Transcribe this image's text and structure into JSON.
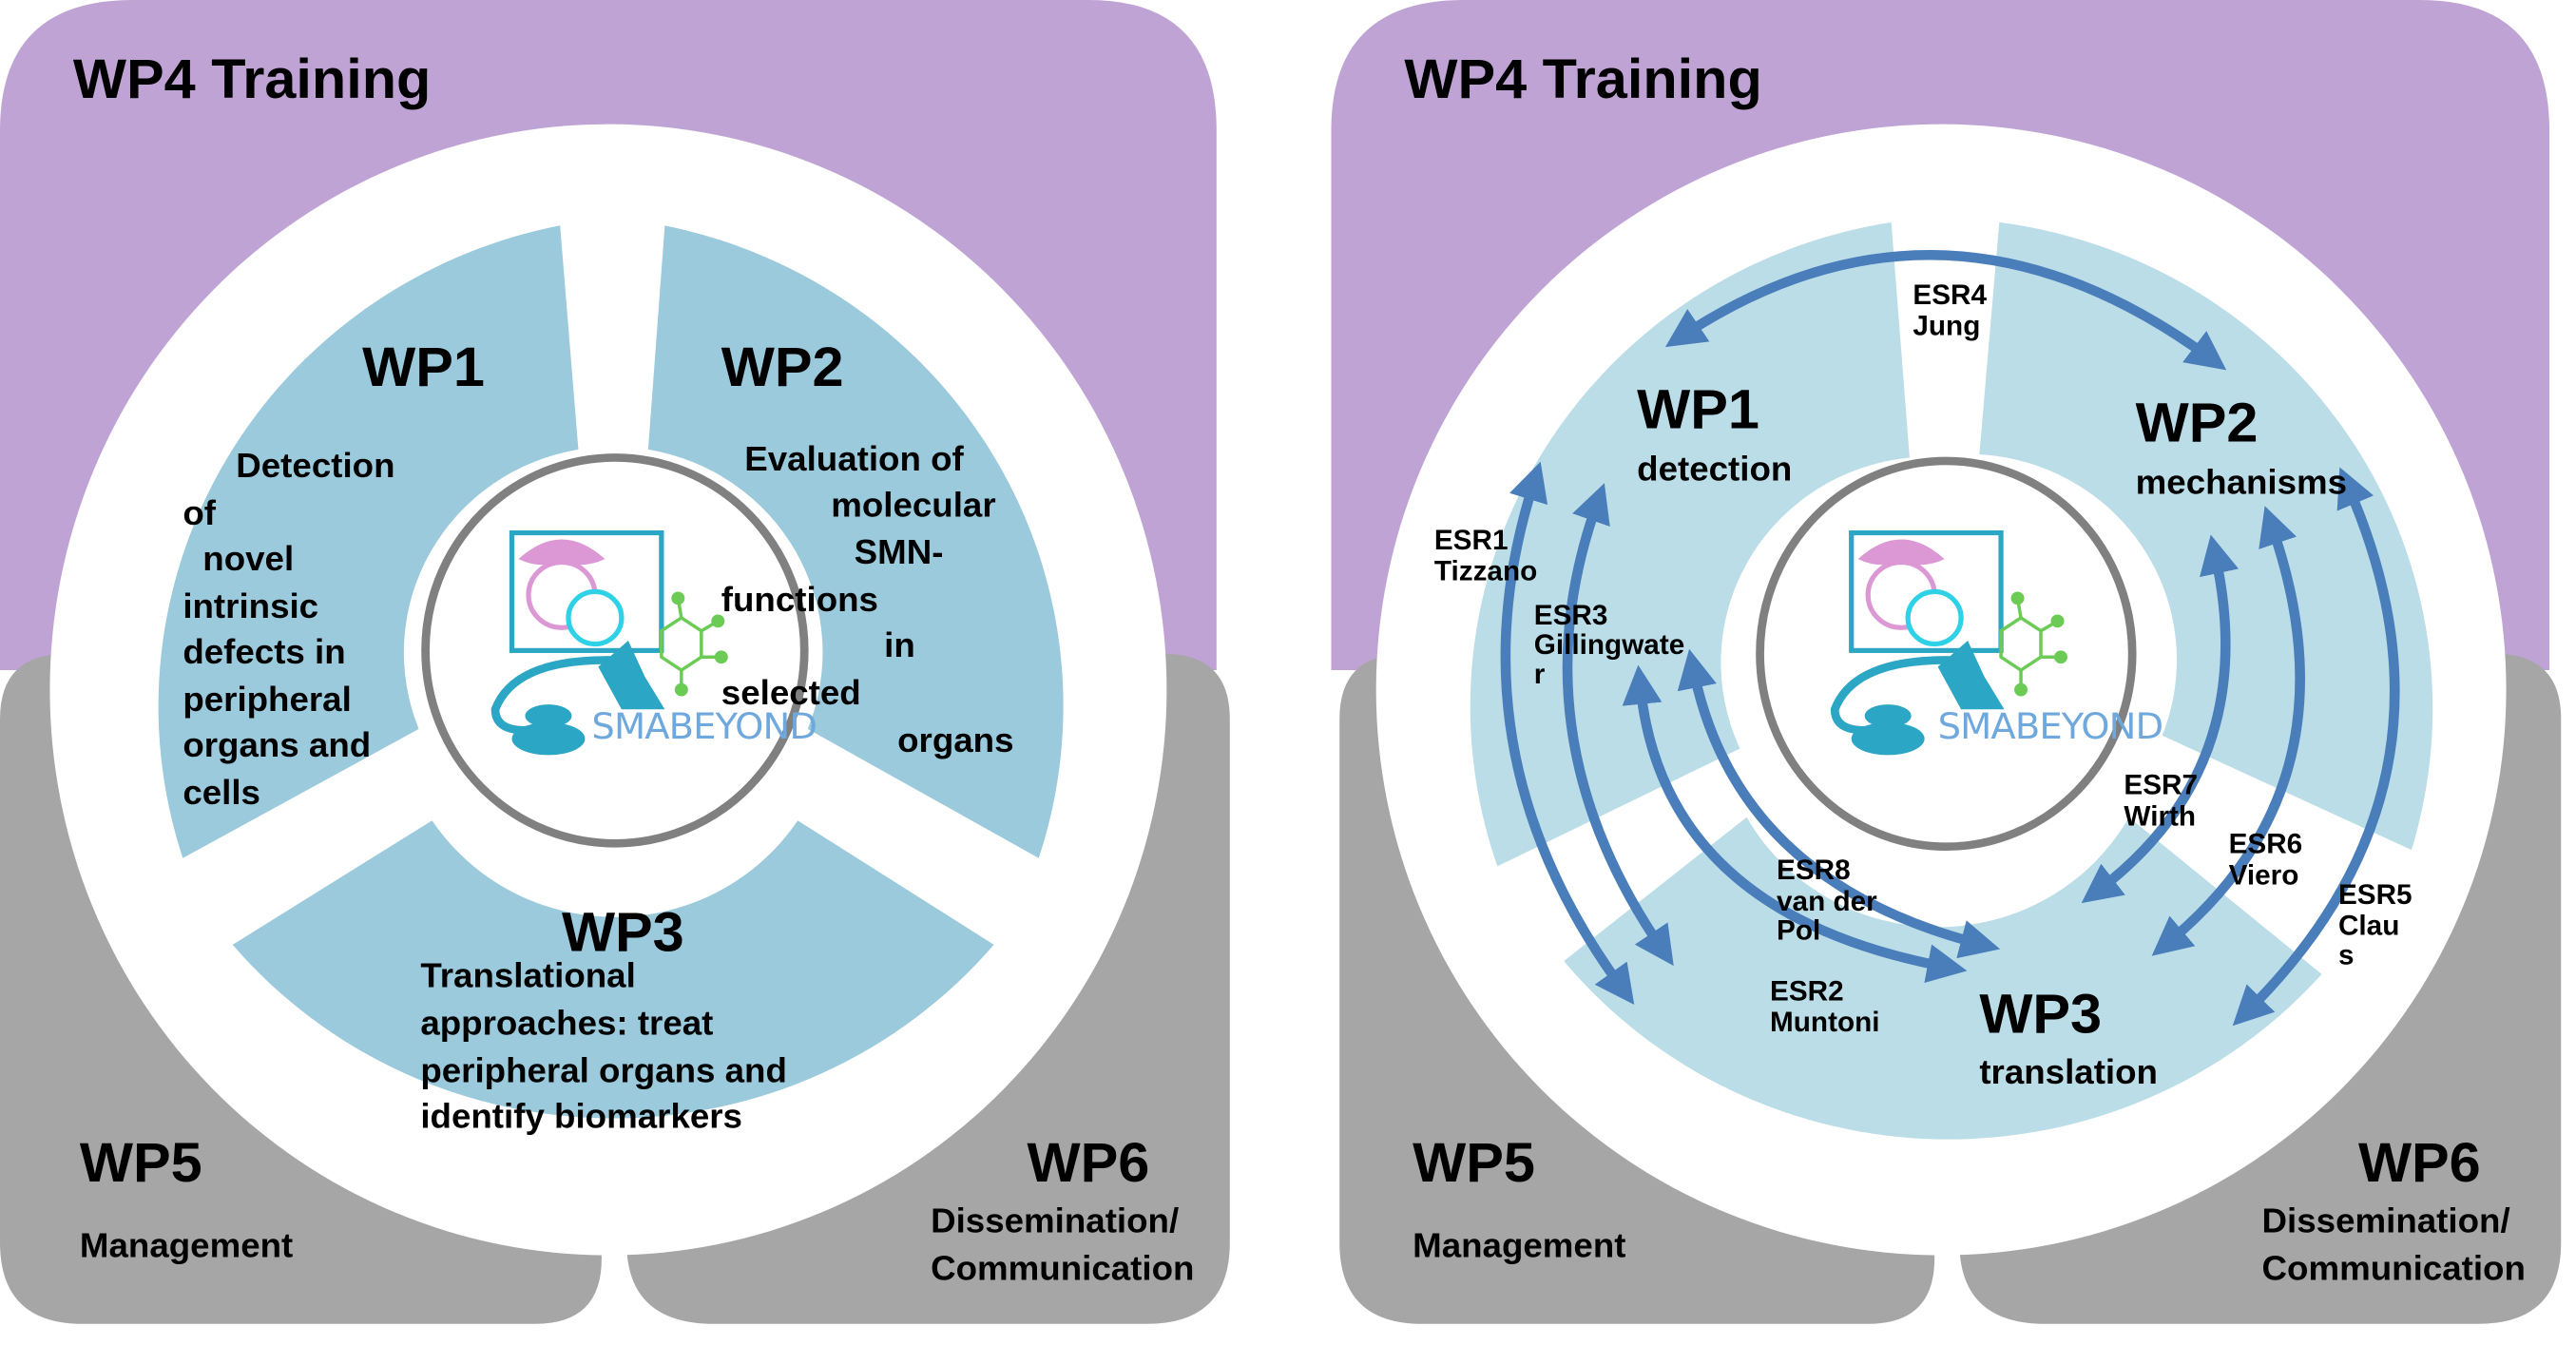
{
  "colors": {
    "training_purple": "#C0A3D5",
    "support_gray": "#A6A6A6",
    "wp_blue_left": "#9ACADC",
    "wp_blue_right": "#BBDDE7",
    "arrow_blue": "#4A7EBB",
    "center_ring_gray": "#808080",
    "logo_teal": "#2BA6C4",
    "logo_pink": "#DC97D5",
    "logo_cyan": "#2ED1E6",
    "logo_green": "#6CCB55",
    "logo_text_blue": "#6FA8DC"
  },
  "left_panel": {
    "wp4": {
      "label": "WP4 Training"
    },
    "wp1": {
      "title": "WP1",
      "lines": [
        "Detection",
        "of",
        "novel",
        "intrinsic",
        "defects in",
        "peripheral",
        "organs and",
        "cells"
      ]
    },
    "wp2": {
      "title": "WP2",
      "lines": [
        "Evaluation of",
        "molecular",
        "SMN-",
        "functions",
        "in",
        "selected",
        "organs"
      ]
    },
    "wp3": {
      "title": "WP3",
      "lines": [
        "Translational",
        "approaches: treat",
        "peripheral organs and",
        "identify biomarkers"
      ]
    },
    "wp5": {
      "title": "WP5",
      "subtitle": "Management"
    },
    "wp6": {
      "title": "WP6",
      "lines": [
        "Dissemination/",
        "Communication"
      ]
    },
    "logo": {
      "text": "SMABEYOND"
    }
  },
  "right_panel": {
    "wp4": {
      "label": "WP4 Training"
    },
    "wp1": {
      "title": "WP1",
      "subtitle": "detection"
    },
    "wp2": {
      "title": "WP2",
      "subtitle": "mechanisms"
    },
    "wp3": {
      "title": "WP3",
      "subtitle": "translation"
    },
    "wp5": {
      "title": "WP5",
      "subtitle": "Management"
    },
    "wp6": {
      "title": "WP6",
      "lines": [
        "Dissemination/",
        "Communication"
      ]
    },
    "logo": {
      "text": "SMABEYOND"
    },
    "esr": [
      {
        "id": "ESR1",
        "name": [
          "Tizzano"
        ]
      },
      {
        "id": "ESR2",
        "name": [
          "Muntoni"
        ]
      },
      {
        "id": "ESR3",
        "name": [
          "Gillingwate",
          "r"
        ]
      },
      {
        "id": "ESR4",
        "name": [
          "Jung"
        ]
      },
      {
        "id": "ESR5",
        "name": [
          "Clau",
          "s"
        ]
      },
      {
        "id": "ESR6",
        "name": [
          "Viero"
        ]
      },
      {
        "id": "ESR7",
        "name": [
          "Wirth"
        ]
      },
      {
        "id": "ESR8",
        "name": [
          "van der",
          "Pol"
        ]
      }
    ]
  }
}
